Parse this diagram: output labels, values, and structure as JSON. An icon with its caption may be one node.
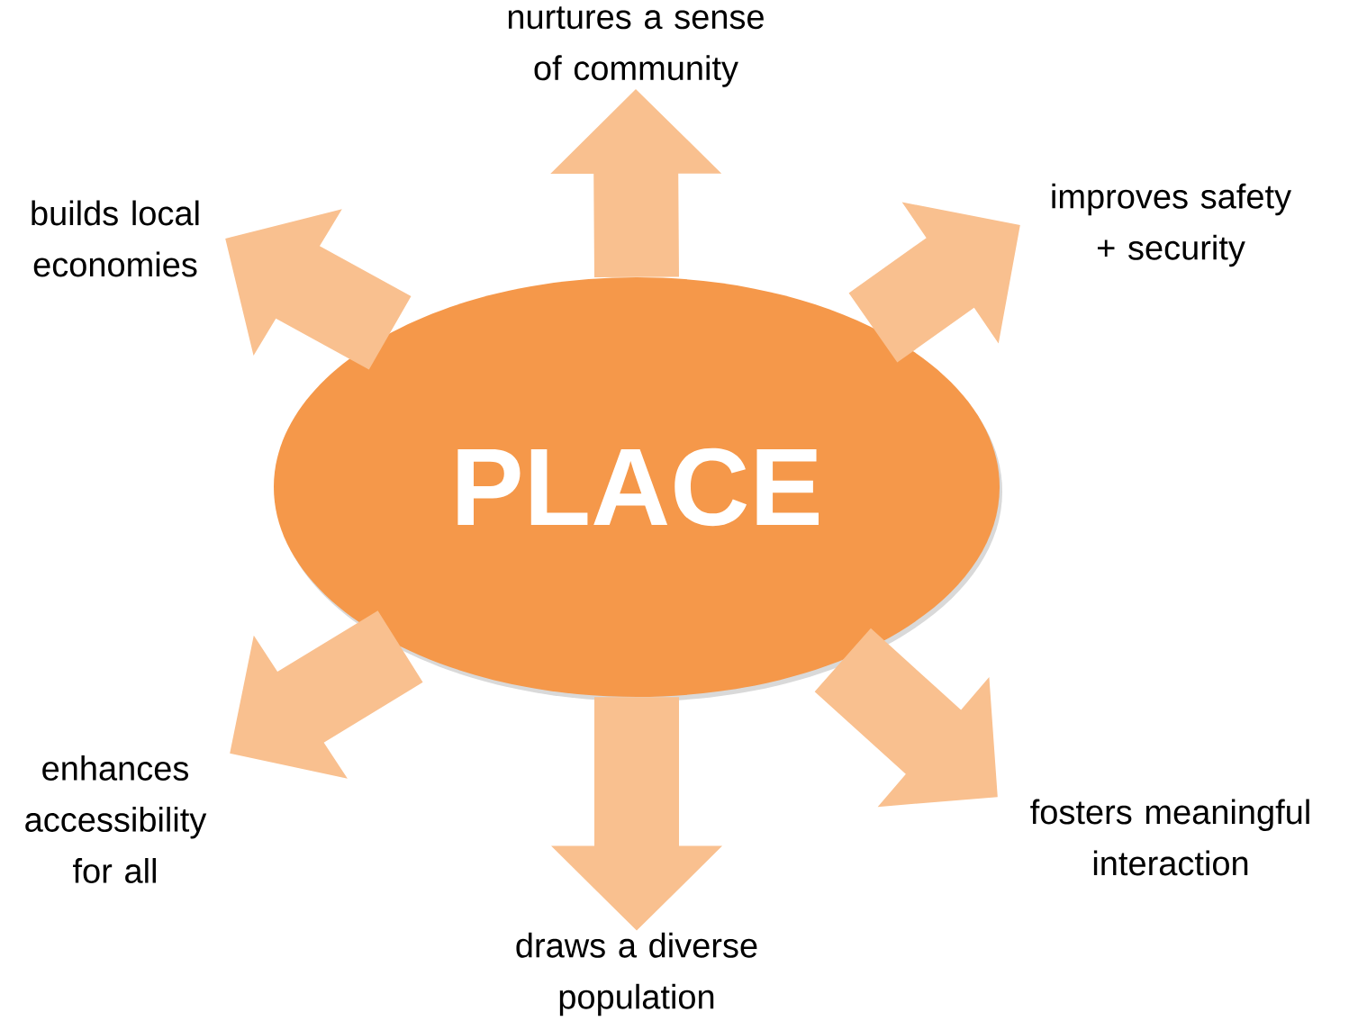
{
  "diagram": {
    "nodes": [
      {
        "text": [
          "PLACE"
        ]
      },
      {
        "text": [
          "builds local economies"
        ]
      },
      {
        "text": [
          "nurtures a sense of community"
        ]
      },
      {
        "text": [
          "improves safety + security"
        ]
      },
      {
        "text": [
          "enhances accessibility for all"
        ]
      },
      {
        "text": [
          "draws a diverse population"
        ]
      },
      {
        "text": [
          "fosters meaningful interaction"
        ]
      }
    ],
    "edges": [
      {
        "from": 0,
        "to": 1,
        "arrow": "to"
      },
      {
        "from": 0,
        "to": 2,
        "arrow": "to"
      },
      {
        "from": 0,
        "to": 3,
        "arrow": "to"
      },
      {
        "from": 0,
        "to": 4,
        "arrow": "to"
      },
      {
        "from": 0,
        "to": 5,
        "arrow": "to"
      },
      {
        "from": 0,
        "to": 6,
        "arrow": "to"
      }
    ]
  }
}
